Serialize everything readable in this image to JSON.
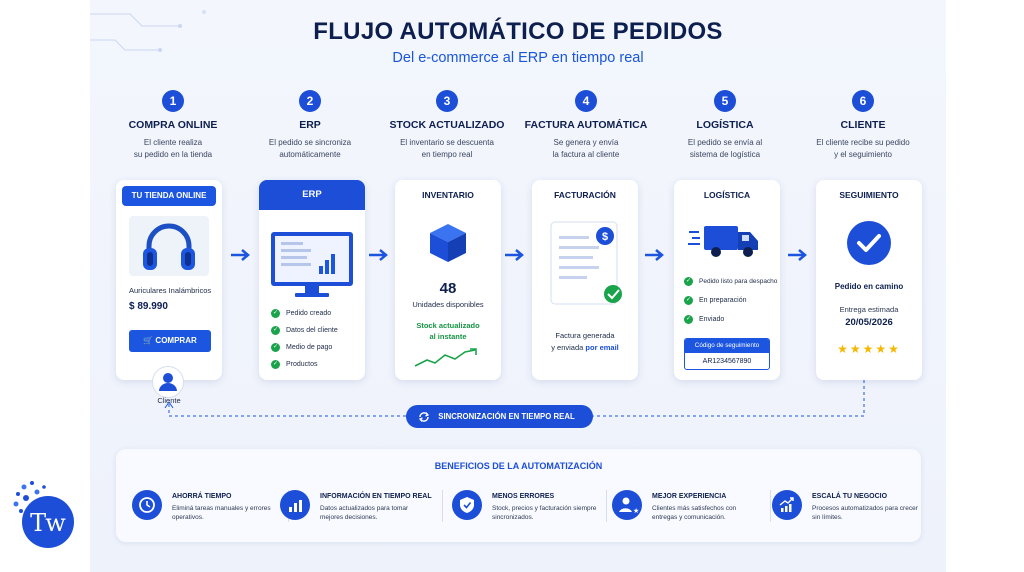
{
  "header": {
    "title": "FLUJO AUTOMÁTICO DE PEDIDOS",
    "subtitle": "Del e-commerce al ERP en tiempo real"
  },
  "steps": [
    {
      "number": "1",
      "title": "COMPRA ONLINE",
      "desc1": "El cliente realiza",
      "desc2": "su pedido en la tienda"
    },
    {
      "number": "2",
      "title": "ERP",
      "desc1": "El pedido se sincroniza",
      "desc2": "automáticamente"
    },
    {
      "number": "3",
      "title": "STOCK ACTUALIZADO",
      "desc1": "El inventario se descuenta",
      "desc2": "en tiempo real"
    },
    {
      "number": "4",
      "title": "FACTURA AUTOMÁTICA",
      "desc1": "Se genera y envía",
      "desc2": "la factura al cliente"
    },
    {
      "number": "5",
      "title": "LOGÍSTICA",
      "desc1": "El pedido se envía al",
      "desc2": "sistema de logística"
    },
    {
      "number": "6",
      "title": "CLIENTE",
      "desc1": "El cliente recibe su pedido",
      "desc2": "y el seguimiento"
    }
  ],
  "shop": {
    "header": "TU TIENDA ONLINE",
    "product_name": "Auriculares Inalámbricos",
    "price": "$ 89.990",
    "buy_button": "COMPRAR",
    "client_label": "Cliente"
  },
  "erp": {
    "header": "ERP",
    "items": [
      "Pedido creado",
      "Datos del cliente",
      "Medio de pago",
      "Productos"
    ]
  },
  "inventory": {
    "label": "INVENTARIO",
    "count": "48",
    "units_label": "Unidades disponibles",
    "status1": "Stock actualizado",
    "status2": "al instante"
  },
  "invoice": {
    "label": "FACTURACIÓN",
    "line1": "Factura generada",
    "line2_prefix": "y enviada",
    "line2_accent": "por email"
  },
  "logistics": {
    "label": "LOGÍSTICA",
    "items": [
      "Pedido listo para despacho",
      "En preparación",
      "Enviado"
    ],
    "tracking_label": "Código de seguimiento",
    "tracking_code": "AR1234567890"
  },
  "tracking": {
    "label": "SEGUIMIENTO",
    "status": "Pedido en camino",
    "eta_label": "Entrega estimada",
    "eta_date": "20/05/2026",
    "stars": "★★★★★"
  },
  "sync": {
    "label": "SINCRONIZACIÓN EN TIEMPO REAL"
  },
  "benefits": {
    "title": "BENEFICIOS DE LA AUTOMATIZACIÓN",
    "items": [
      {
        "icon": "clock-icon",
        "title": "AHORRÁ TIEMPO",
        "text": "Eliminá tareas manuales y errores operativos."
      },
      {
        "icon": "chart-icon",
        "title": "INFORMACIÓN EN TIEMPO REAL",
        "text": "Datos actualizados para tomar mejores decisiones."
      },
      {
        "icon": "shield-check-icon",
        "title": "MENOS ERRORES",
        "text": "Stock, precios y facturación siempre sincronizados."
      },
      {
        "icon": "user-star-icon",
        "title": "MEJOR EXPERIENCIA",
        "text": "Clientes más satisfechos con entregas y comunicación."
      },
      {
        "icon": "growth-chart-icon",
        "title": "ESCALÁ TU NEGOCIO",
        "text": "Procesos automatizados para crecer sin límites."
      }
    ]
  },
  "colors": {
    "primary": "#1c4ed8",
    "navy": "#0d1f4f",
    "success": "#19a34a",
    "star": "#f5b800",
    "background": "#f3f6fd"
  }
}
